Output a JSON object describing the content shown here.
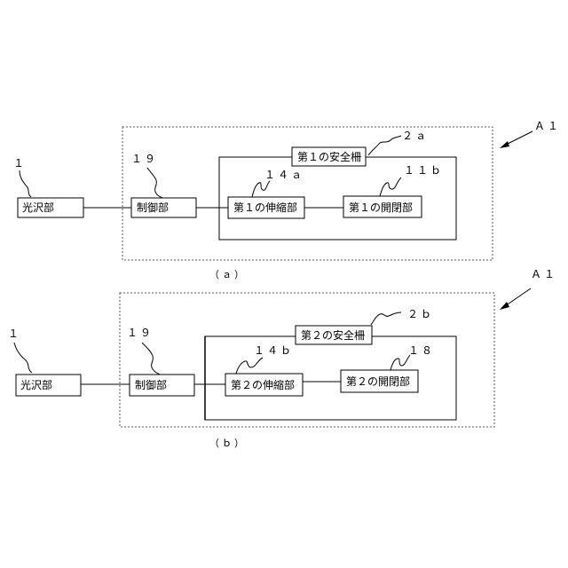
{
  "colors": {
    "line": "#000000",
    "dotted": "#555555",
    "background": "#ffffff"
  },
  "diagram_a": {
    "caption": "（ａ）",
    "assembly_ref": "Ａ１",
    "fence_ref": "２ａ",
    "fence_label": "第１の安全柵",
    "source_ref": "１",
    "source_label": "光沢部",
    "controller_ref": "１９",
    "controller_label": "制御部",
    "stretch_ref": "１４ａ",
    "stretch_label": "第１の伸縮部",
    "open_ref": "１１ｂ",
    "open_label": "第１の開閉部"
  },
  "diagram_b": {
    "caption": "（ｂ）",
    "assembly_ref": "Ａ１",
    "fence_ref": "２ｂ",
    "fence_label": "第２の安全柵",
    "source_ref": "１",
    "source_label": "光沢部",
    "controller_ref": "１９",
    "controller_label": "制御部",
    "stretch_ref": "１４ｂ",
    "stretch_label": "第２の伸縮部",
    "open_ref": "１８",
    "open_label": "第２の開閉部"
  }
}
